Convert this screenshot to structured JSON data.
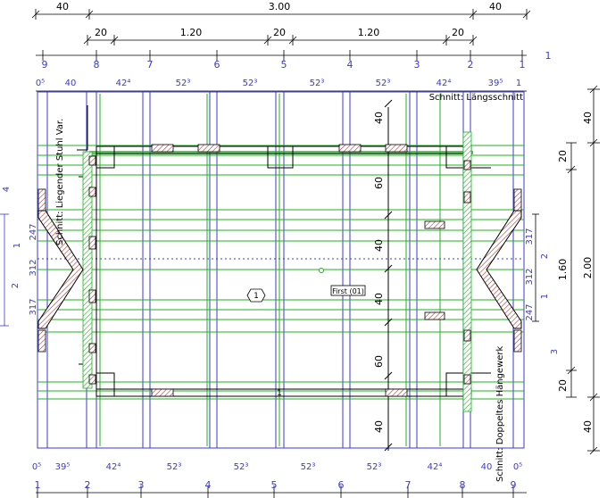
{
  "top_dims": {
    "row1": [
      "40",
      "3.00",
      "40"
    ],
    "row2": [
      "20",
      "1.20",
      "20",
      "1.20",
      "20"
    ]
  },
  "top_axis_labels": [
    "9",
    "8",
    "7",
    "6",
    "5",
    "4",
    "3",
    "2",
    "1"
  ],
  "top_axis_extra": "1",
  "bottom_axis_labels": [
    "1",
    "2",
    "3",
    "4",
    "5",
    "6",
    "7",
    "8",
    "9"
  ],
  "top_spacings": [
    "0⁵",
    "40",
    "42⁴",
    "52³",
    "52³",
    "52³",
    "52³",
    "42⁴",
    "39⁵",
    "1"
  ],
  "bottom_spacings": [
    "0⁵",
    "39⁵",
    "42⁴",
    "52³",
    "52³",
    "52³",
    "52³",
    "42⁴",
    "40",
    "0⁵"
  ],
  "section_top": "Schnitt: Längsschnitt",
  "section_left": "Schnitt: Liegender Stuhl Var.",
  "section_bottom_right": "Schnitt: Doppeltes Hängewerk",
  "inner_dims": [
    "40",
    "60",
    "40",
    "40",
    "60",
    "40"
  ],
  "right_dims": {
    "outer": "2.00",
    "inner": "1.60",
    "upper_40": "40",
    "upper_20": "20",
    "lower_20": "20",
    "lower_40": "40",
    "axis_2": "2",
    "axis_1": "1",
    "axis_3": "3"
  },
  "left_labels": {
    "axis_4": "4",
    "axis_1": "1",
    "axis_2": "2",
    "dim_247_top": "247",
    "dim_312": "312",
    "dim_317": "317"
  },
  "right_wall_labels": {
    "dim_317": "317",
    "dim_312": "312",
    "dim_247": "247"
  },
  "marker_label": "1",
  "first_label": "First (01)",
  "bottom_marker": "1",
  "colors": {
    "blue": "#3a3ad0",
    "green": "#22b022",
    "black": "#000000",
    "hatch": "#b23a3a"
  }
}
